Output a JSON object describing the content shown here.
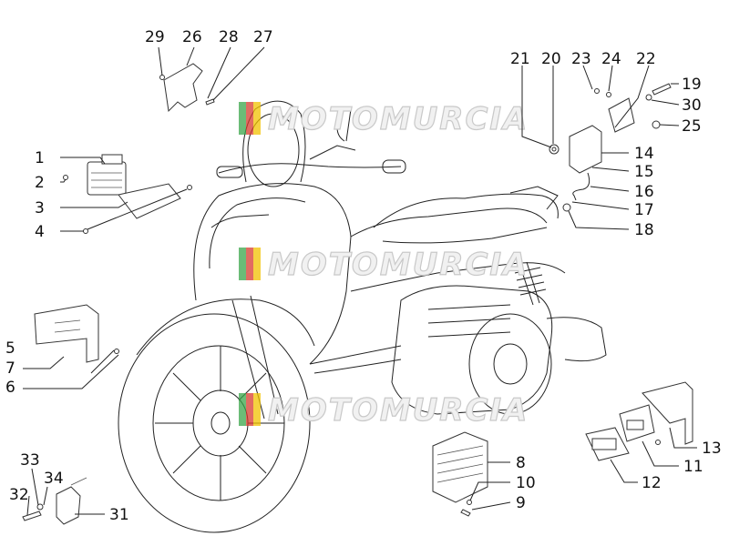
{
  "watermark": {
    "text": "MOTOMURCIA",
    "colors": {
      "green": "#3aa64a",
      "red": "#d83a2e",
      "yellow": "#f2c200",
      "outline": "#c9c9c9"
    }
  },
  "labels": {
    "n1": "1",
    "n2": "2",
    "n3": "3",
    "n4": "4",
    "n5": "5",
    "n6": "6",
    "n7": "7",
    "n8": "8",
    "n9": "9",
    "n10": "10",
    "n11": "11",
    "n12": "12",
    "n13": "13",
    "n14": "14",
    "n15": "15",
    "n16": "16",
    "n17": "17",
    "n18": "18",
    "n19": "19",
    "n20": "20",
    "n21": "21",
    "n22": "22",
    "n23": "23",
    "n24": "24",
    "n25": "25",
    "n26": "26",
    "n27": "27",
    "n28": "28",
    "n29": "29",
    "n30": "30",
    "n31": "31",
    "n32": "32",
    "n33": "33",
    "n34": "34"
  }
}
